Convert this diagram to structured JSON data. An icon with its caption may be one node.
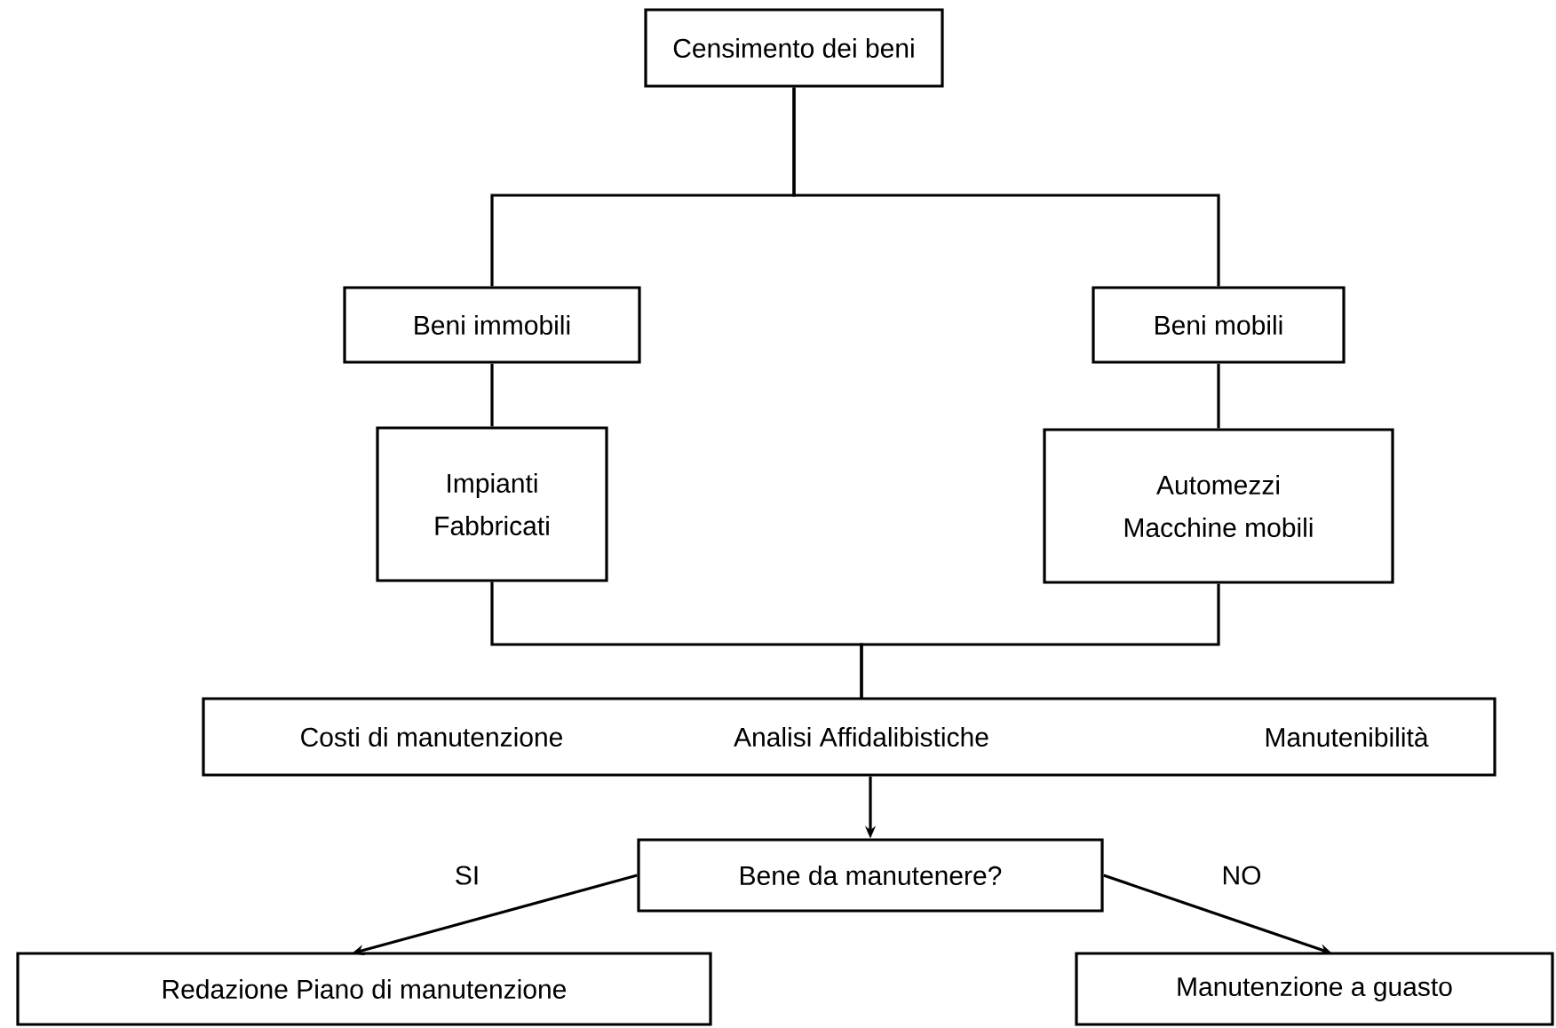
{
  "diagram": {
    "nodes": [
      {
        "text": [
          "Censimento dei beni"
        ]
      },
      {
        "text": [
          "Beni immobili"
        ]
      },
      {
        "text": [
          "Beni mobili"
        ]
      },
      {
        "text": [
          "Impianti",
          "Fabbricati"
        ]
      },
      {
        "text": [
          "Automezzi",
          "Macchine mobili"
        ]
      },
      {
        "text": [
          "Costi di manutenzione",
          "Analisi Affidalibistiche",
          "Manutenibilità"
        ]
      },
      {
        "text": [
          "Bene da manutenere?"
        ]
      },
      {
        "text": [
          "Redazione Piano di manutenzione"
        ]
      },
      {
        "text": [
          "Manutenzione a guasto"
        ]
      }
    ],
    "edges": [
      {
        "from": 0,
        "to": 1,
        "arrow": "none"
      },
      {
        "from": 0,
        "to": 2,
        "arrow": "none"
      },
      {
        "from": 1,
        "to": 3,
        "arrow": "none"
      },
      {
        "from": 2,
        "to": 4,
        "arrow": "none"
      },
      {
        "from": 3,
        "to": 5,
        "arrow": "none"
      },
      {
        "from": 4,
        "to": 5,
        "arrow": "none"
      },
      {
        "from": 5,
        "to": 6,
        "arrow": "to"
      },
      {
        "from": 6,
        "to": 7,
        "arrow": "to",
        "label": "SI"
      },
      {
        "from": 6,
        "to": 8,
        "arrow": "to",
        "label": "NO"
      }
    ]
  }
}
